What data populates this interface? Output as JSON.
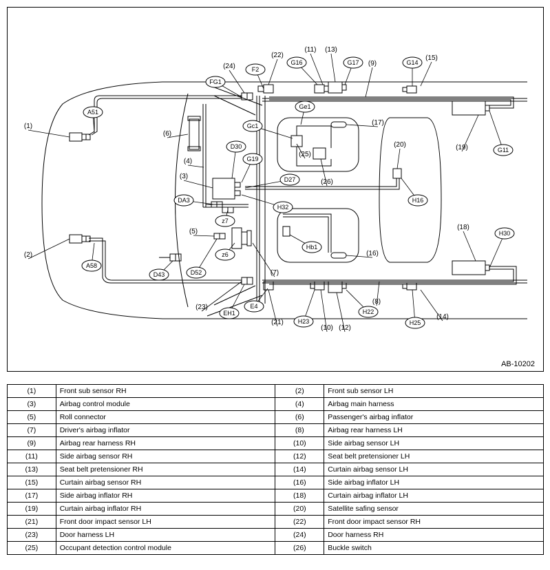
{
  "diagram": {
    "code": "AB-10202",
    "callouts": [
      "(1)",
      "(2)",
      "(3)",
      "(4)",
      "(5)",
      "(6)",
      "(7)",
      "(8)",
      "(9)",
      "(10)",
      "(11)",
      "(12)",
      "(13)",
      "(14)",
      "(15)",
      "(16)",
      "(17)",
      "(18)",
      "(19)",
      "(20)",
      "(21)",
      "(22)",
      "(23)",
      "(24)",
      "(25)",
      "(26)"
    ],
    "connectors": [
      "A51",
      "A58",
      "FG1",
      "F2",
      "G16",
      "G17",
      "G14",
      "Ge1",
      "Gc1",
      "D30",
      "G19",
      "D27",
      "DA3",
      "H32",
      "z7",
      "z6",
      "D43",
      "D52",
      "Hb1",
      "EH1",
      "E4",
      "H23",
      "H22",
      "H25",
      "H16",
      "G11",
      "H30"
    ]
  },
  "legend": {
    "rows": [
      {
        "left_num": "(1)",
        "left_name": "Front sub sensor RH",
        "right_num": "(2)",
        "right_name": "Front sub sensor LH"
      },
      {
        "left_num": "(3)",
        "left_name": "Airbag control module",
        "right_num": "(4)",
        "right_name": "Airbag main harness"
      },
      {
        "left_num": "(5)",
        "left_name": "Roll connector",
        "right_num": "(6)",
        "right_name": "Passenger's airbag inflator"
      },
      {
        "left_num": "(7)",
        "left_name": "Driver's airbag inflator",
        "right_num": "(8)",
        "right_name": "Airbag rear harness LH"
      },
      {
        "left_num": "(9)",
        "left_name": "Airbag rear harness RH",
        "right_num": "(10)",
        "right_name": "Side airbag sensor LH"
      },
      {
        "left_num": "(11)",
        "left_name": "Side airbag sensor RH",
        "right_num": "(12)",
        "right_name": "Seat belt pretensioner LH"
      },
      {
        "left_num": "(13)",
        "left_name": "Seat belt pretensioner RH",
        "right_num": "(14)",
        "right_name": "Curtain airbag sensor LH"
      },
      {
        "left_num": "(15)",
        "left_name": "Curtain airbag sensor RH",
        "right_num": "(16)",
        "right_name": "Side airbag inflator LH"
      },
      {
        "left_num": "(17)",
        "left_name": "Side airbag inflator RH",
        "right_num": "(18)",
        "right_name": "Curtain airbag inflator LH"
      },
      {
        "left_num": "(19)",
        "left_name": "Curtain airbag inflator RH",
        "right_num": "(20)",
        "right_name": "Satellite safing sensor"
      },
      {
        "left_num": "(21)",
        "left_name": "Front door impact sensor LH",
        "right_num": "(22)",
        "right_name": "Front door impact sensor RH"
      },
      {
        "left_num": "(23)",
        "left_name": "Door harness LH",
        "right_num": "(24)",
        "right_name": "Door harness RH"
      },
      {
        "left_num": "(25)",
        "left_name": "Occupant detection control module",
        "right_num": "(26)",
        "right_name": "Buckle switch"
      }
    ]
  }
}
